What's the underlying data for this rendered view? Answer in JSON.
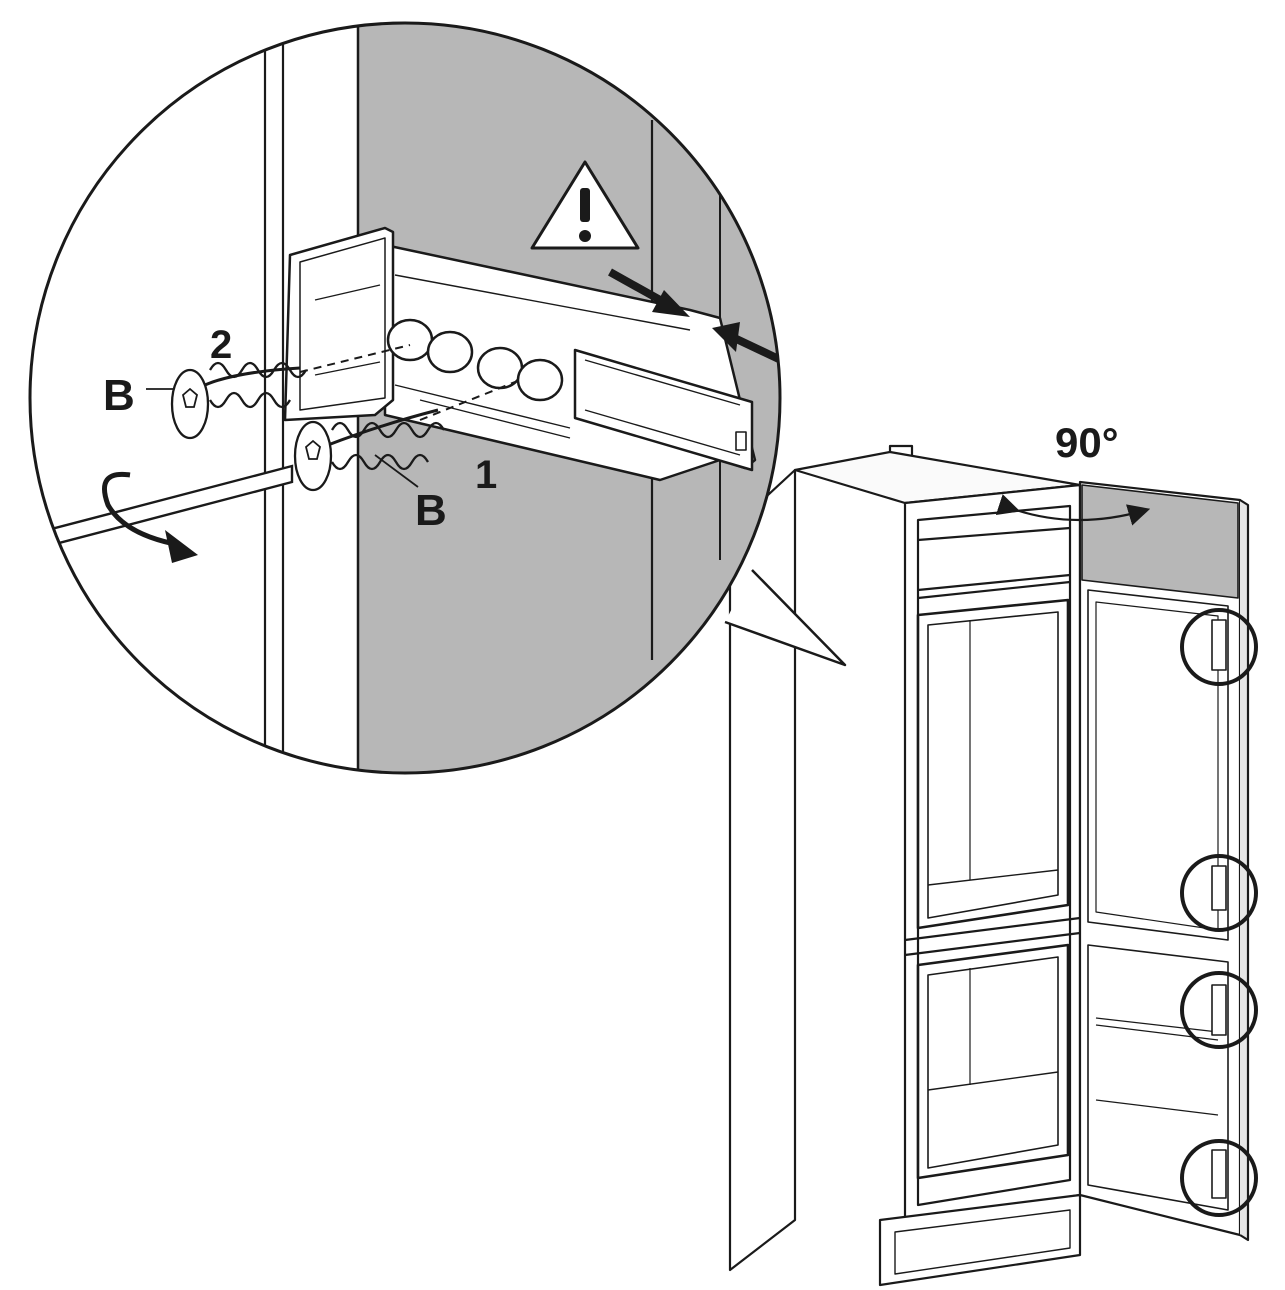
{
  "labels": {
    "step_two": "2",
    "step_one": "1",
    "screw_upper": "B",
    "screw_lower": "B",
    "door_angle": "90°"
  },
  "colors": {
    "line": "#1a1a1a",
    "wall_fill": "#b7b7b7",
    "background": "#ffffff"
  },
  "icons": [
    "warning-icon",
    "rotate-arrow-icon",
    "push-arrow-icon",
    "swing-arrow-icon",
    "highlight-circle"
  ]
}
